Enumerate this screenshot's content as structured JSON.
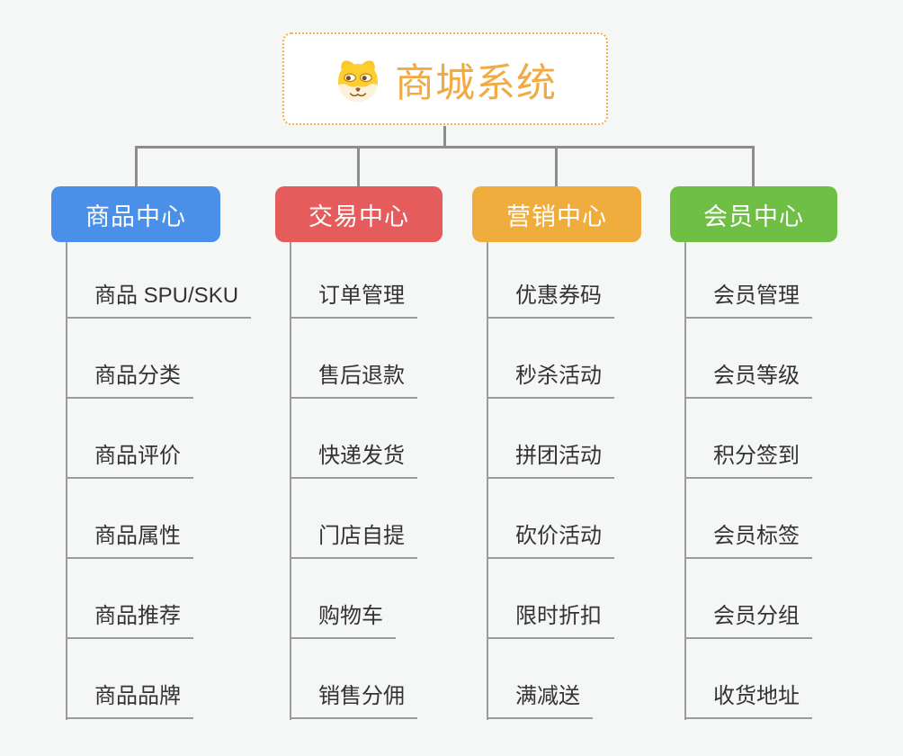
{
  "canvas": {
    "background_color": "#f5f6f6",
    "connector_color": "#8d8d8d",
    "leaf_line_color": "#9c9c9c",
    "leaf_text_color": "#333333"
  },
  "root": {
    "title": "商城系统",
    "title_color": "#f2ab43",
    "border_color": "#efb24c",
    "icon": "doge-face-icon"
  },
  "branches": [
    {
      "label": "商品中心",
      "color": "#4a90e8",
      "children": [
        "商品 SPU/SKU",
        "商品分类",
        "商品评价",
        "商品属性",
        "商品推荐",
        "商品品牌"
      ]
    },
    {
      "label": "交易中心",
      "color": "#e65c5c",
      "children": [
        "订单管理",
        "售后退款",
        "快递发货",
        "门店自提",
        "购物车",
        "销售分佣"
      ]
    },
    {
      "label": "营销中心",
      "color": "#efad3d",
      "children": [
        "优惠券码",
        "秒杀活动",
        "拼团活动",
        "砍价活动",
        "限时折扣",
        "满减送"
      ]
    },
    {
      "label": "会员中心",
      "color": "#6fbf44",
      "children": [
        "会员管理",
        "会员等级",
        "积分签到",
        "会员标签",
        "会员分组",
        "收货地址"
      ]
    }
  ]
}
